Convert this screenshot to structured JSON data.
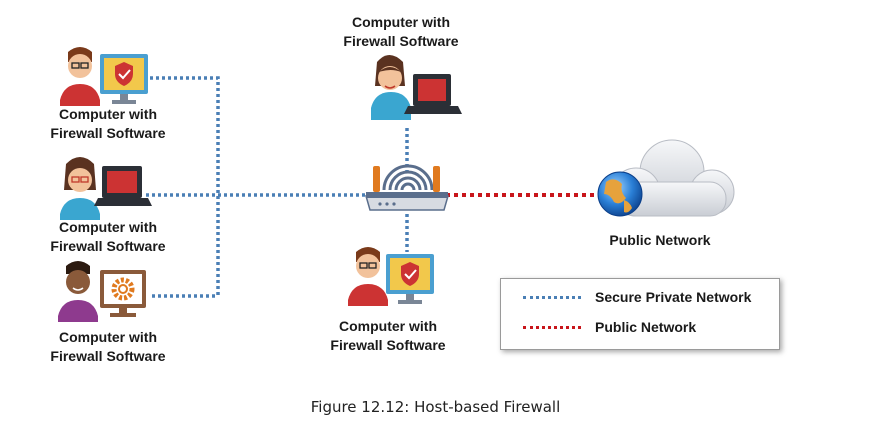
{
  "nodes": {
    "computer_top": {
      "line1": "Computer with",
      "line2": "Firewall Software"
    },
    "computer_left_1": {
      "line1": "Computer with",
      "line2": "Firewall Software"
    },
    "computer_left_2": {
      "line1": "Computer with",
      "line2": "Firewall Software"
    },
    "computer_left_3": {
      "line1": "Computer with",
      "line2": "Firewall Software"
    },
    "computer_bottom": {
      "line1": "Computer with",
      "line2": "Firewall Software"
    },
    "public_network": {
      "label": "Public Network"
    }
  },
  "legend": {
    "items": [
      {
        "label": "Secure Private Network",
        "color": "#4a7fb5"
      },
      {
        "label": "Public Network",
        "color": "#c8151b"
      }
    ]
  },
  "caption": "Figure 12.12: Host-based Firewall",
  "colors": {
    "private_link": "#4a7fb5",
    "public_link": "#c8151b",
    "router": "#5a6e8c",
    "antenna": "#e07a1f",
    "cloud": "#e8ebef"
  },
  "icons": [
    "person-female-icon",
    "person-male-icon",
    "laptop-icon",
    "monitor-shield-icon",
    "monitor-gear-icon",
    "router-icon",
    "cloud-icon",
    "globe-icon"
  ]
}
